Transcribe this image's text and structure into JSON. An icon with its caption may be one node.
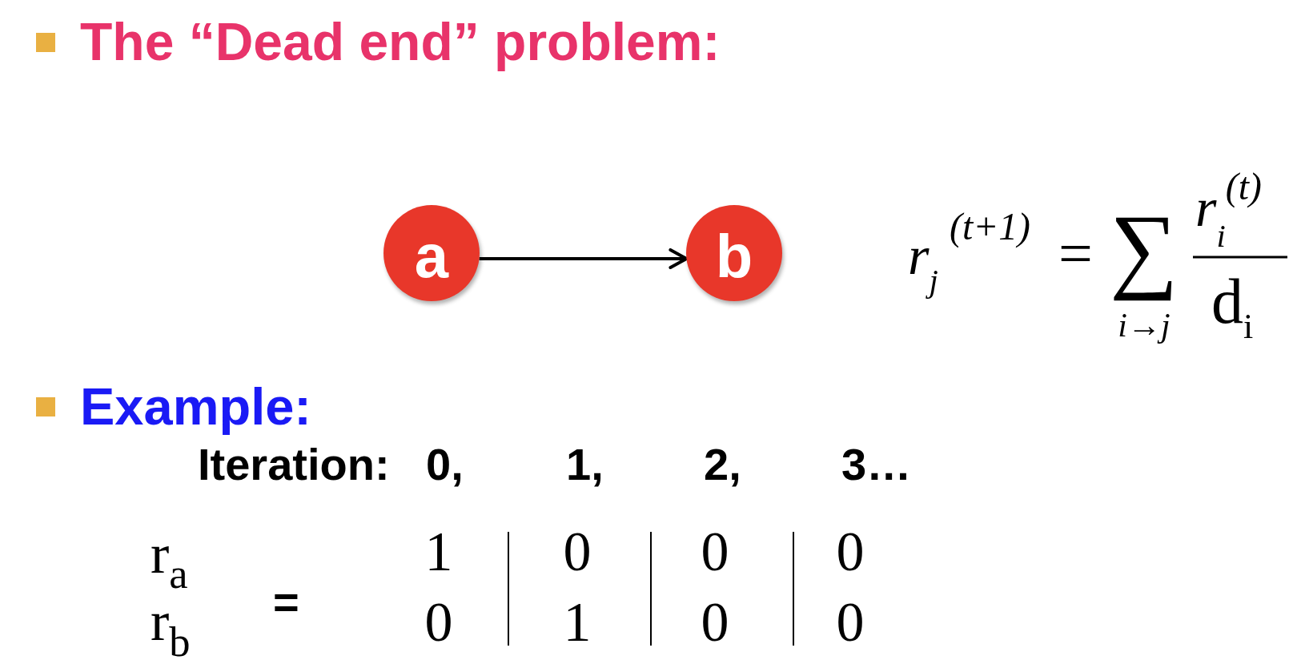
{
  "diagram": {
    "title": "The “Dead end” problem:",
    "nodes": [
      {
        "text": [
          "a"
        ]
      },
      {
        "text": [
          "b"
        ]
      }
    ],
    "edges": [
      {
        "from": 0,
        "to": 1,
        "arrow": "to"
      }
    ],
    "labels": [
      "r$_{j}$$^{(t+1)}$",
      "=",
      "∑",
      "i→j",
      "r$_{i}$$^{(t)}$",
      "d$_{i}$",
      "Example:",
      "Iteration:",
      "0,",
      "1,",
      "2,",
      "3…",
      "r$_{a}$",
      "=",
      "1",
      "0",
      "0",
      "0",
      "r$_{b}$",
      "0",
      "1",
      "0",
      "0"
    ]
  }
}
